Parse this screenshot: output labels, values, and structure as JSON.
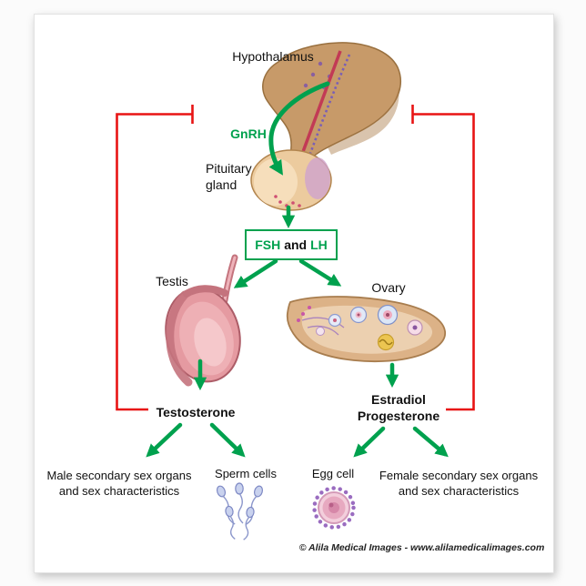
{
  "labels": {
    "hypothalamus": "Hypothalamus",
    "gnrh": "GnRH",
    "pituitary_gland": "Pituitary gland",
    "fsh": "FSH",
    "and": "and",
    "lh": "LH",
    "testis": "Testis",
    "ovary": "Ovary",
    "testosterone": "Testosterone",
    "estradiol": "Estradiol",
    "progesterone": "Progesterone",
    "male_secondary": "Male secondary sex organs and sex characteristics",
    "sperm_cells": "Sperm cells",
    "egg_cell": "Egg cell",
    "female_secondary": "Female secondary sex organs and sex characteristics",
    "copyright": "© Alila Medical Images  -  www.alilamedicalimages.com"
  },
  "colors": {
    "hormone_green": "#00a14e",
    "inhibition_red": "#e81414",
    "text": "#111111"
  }
}
